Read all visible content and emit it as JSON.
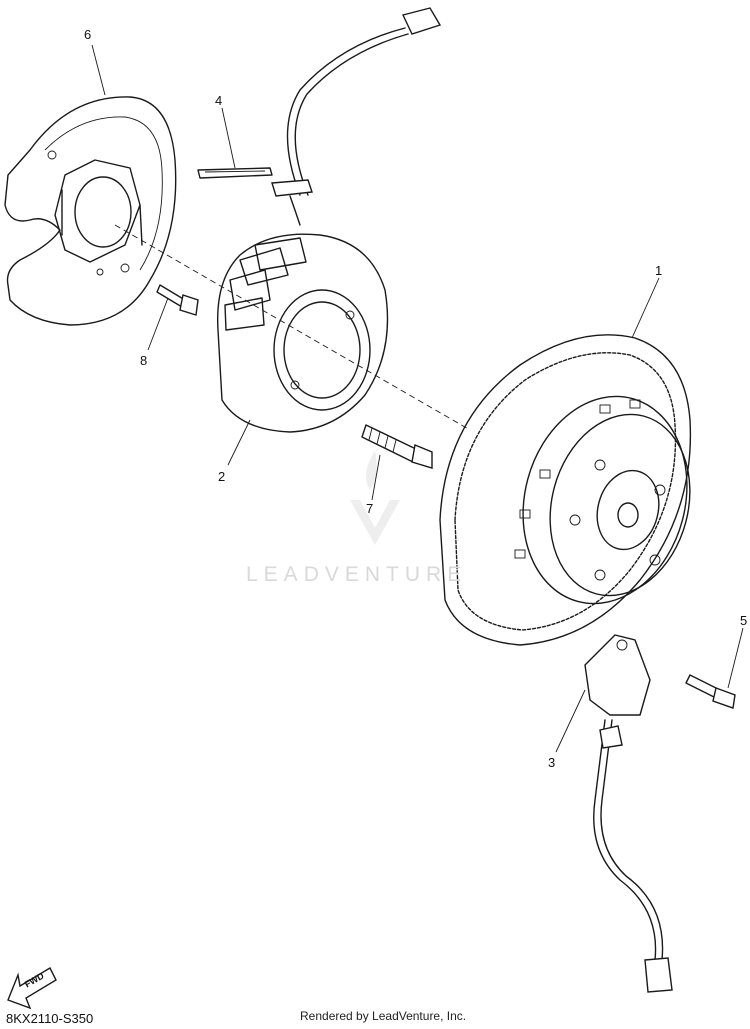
{
  "diagram": {
    "callouts": [
      {
        "id": "1",
        "label": "1"
      },
      {
        "id": "2",
        "label": "2"
      },
      {
        "id": "3",
        "label": "3"
      },
      {
        "id": "4",
        "label": "4"
      },
      {
        "id": "5",
        "label": "5"
      },
      {
        "id": "6",
        "label": "6"
      },
      {
        "id": "7",
        "label": "7"
      },
      {
        "id": "8",
        "label": "8"
      }
    ],
    "fwd_label": "FWD",
    "diagram_code": "8KX2110-S350",
    "credit": "Rendered by LeadVenture, Inc.",
    "watermark": "LEADVENTURE",
    "colors": {
      "line": "#1a1a1a",
      "watermark": "#d9d9d9"
    }
  }
}
